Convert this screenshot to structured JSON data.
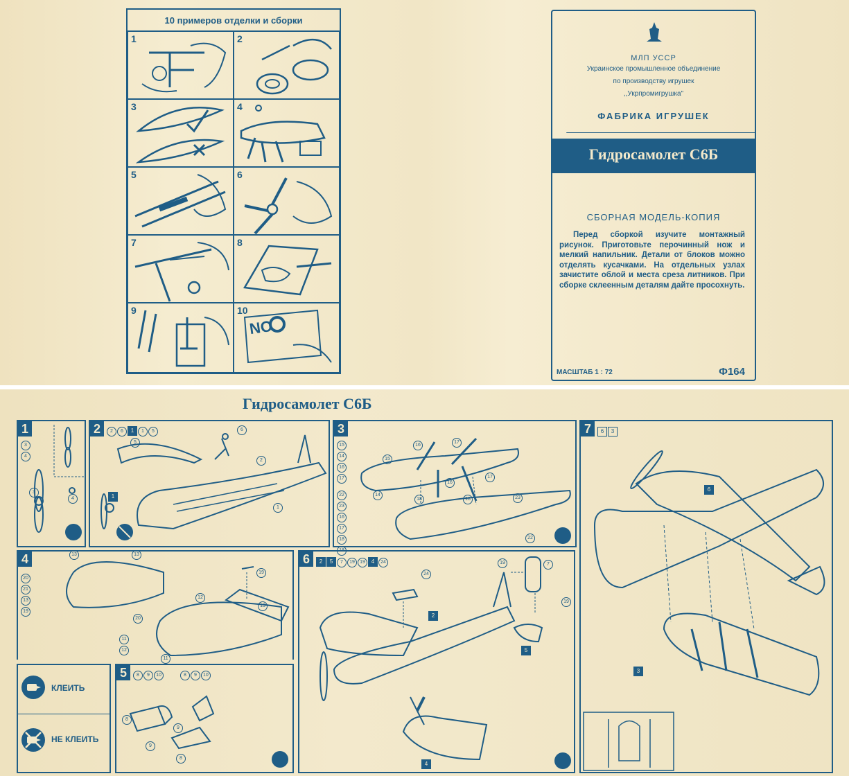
{
  "top": {
    "steps_title": "10 примеров отделки и сборки",
    "step_numbers": [
      "1",
      "2",
      "3",
      "4",
      "5",
      "6",
      "7",
      "8",
      "9",
      "10"
    ],
    "decal_text": "NO",
    "cover": {
      "org_line1": "МЛП УССР",
      "org_line2": "Украинское промышленное объединение",
      "org_line3": "по производству игрушек",
      "org_line4": ",,Укрпромигрушка\"",
      "factory": "ФАБРИКА ИГРУШЕК",
      "model_name": "Гидросамолет С6Б",
      "subtitle": "СБОРНАЯ МОДЕЛЬ-КОПИЯ",
      "instructions": "Перед сборкой изучите монтажный рисунок. Приготовьте перочинный нож и мелкий напильник. Детали от блоков можно отделять кусачками. На отдельных узлах зачистите облой и места среза литников. При сборке склеенным деталям дайте просохнуть.",
      "scale": "МАСШТАБ 1 : 72",
      "code": "Ф164"
    }
  },
  "bottom": {
    "title": "Гидросамолет С6Б",
    "steps": [
      {
        "num": "1",
        "parts": [
          "3",
          "4"
        ]
      },
      {
        "num": "2",
        "parts": [
          "2",
          "6",
          "1",
          "1",
          "5"
        ]
      },
      {
        "num": "3",
        "parts": [
          "15",
          "14",
          "16",
          "17",
          "22",
          "23",
          "16",
          "17",
          "18",
          "18"
        ]
      },
      {
        "num": "4",
        "parts": [
          "20",
          "21",
          "13",
          "19",
          "11",
          "12",
          "13",
          "19"
        ]
      },
      {
        "num": "5",
        "parts": [
          "8",
          "9",
          "10",
          "8",
          "9",
          "10"
        ]
      },
      {
        "num": "6",
        "parts": [
          "2",
          "5",
          "7",
          "19",
          "19",
          "4",
          "24"
        ]
      },
      {
        "num": "7",
        "parts": [
          "6",
          "3"
        ]
      }
    ],
    "callouts": {
      "s1": [
        "3",
        "4",
        "3",
        "4"
      ],
      "s2": [
        "5",
        "6",
        "2",
        "1",
        "1"
      ],
      "s3": [
        "16",
        "17",
        "15",
        "16",
        "17",
        "18",
        "18",
        "14",
        "23",
        "22"
      ],
      "s4": [
        "13",
        "13",
        "20",
        "12",
        "13",
        "19",
        "11"
      ],
      "s5": [
        "8",
        "9",
        "10",
        "8",
        "9",
        "10",
        "8",
        "9",
        "9",
        "8"
      ],
      "s6": [
        "19",
        "7",
        "24",
        "2",
        "5",
        "19",
        "4"
      ],
      "s7": [
        "6",
        "3"
      ]
    },
    "legend": {
      "glue": "КЛЕИТЬ",
      "no_glue": "НЕ КЛЕИТЬ"
    }
  },
  "colors": {
    "ink": "#1f5d86",
    "paper": "#f3e9cb"
  }
}
